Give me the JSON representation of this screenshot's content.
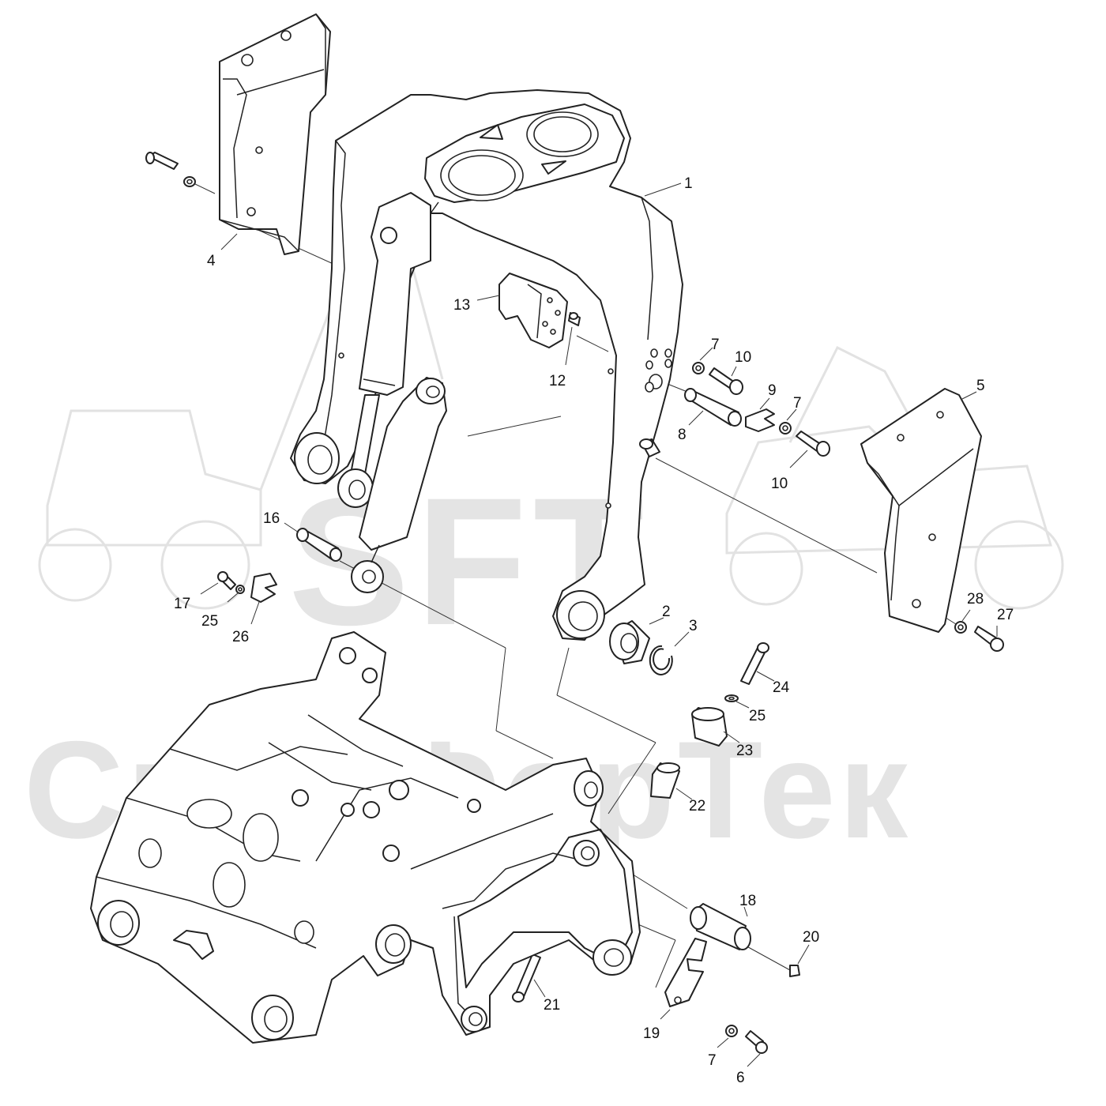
{
  "watermark": {
    "logo_text": "SFT",
    "brand_text": "СпецФорТек"
  },
  "callouts": [
    {
      "id": "c1",
      "label": "1"
    },
    {
      "id": "c2",
      "label": "2"
    },
    {
      "id": "c3",
      "label": "3"
    },
    {
      "id": "c4",
      "label": "4"
    },
    {
      "id": "c5",
      "label": "5"
    },
    {
      "id": "c6",
      "label": "6"
    },
    {
      "id": "c7a",
      "label": "7"
    },
    {
      "id": "c7b",
      "label": "7"
    },
    {
      "id": "c7c",
      "label": "7"
    },
    {
      "id": "c8",
      "label": "8"
    },
    {
      "id": "c9",
      "label": "9"
    },
    {
      "id": "c10a",
      "label": "10"
    },
    {
      "id": "c10b",
      "label": "10"
    },
    {
      "id": "c12",
      "label": "12"
    },
    {
      "id": "c13",
      "label": "13"
    },
    {
      "id": "c16",
      "label": "16"
    },
    {
      "id": "c17",
      "label": "17"
    },
    {
      "id": "c18",
      "label": "18"
    },
    {
      "id": "c19",
      "label": "19"
    },
    {
      "id": "c20",
      "label": "20"
    },
    {
      "id": "c21",
      "label": "21"
    },
    {
      "id": "c22",
      "label": "22"
    },
    {
      "id": "c23",
      "label": "23"
    },
    {
      "id": "c24",
      "label": "24"
    },
    {
      "id": "c25a",
      "label": "25"
    },
    {
      "id": "c25b",
      "label": "25"
    },
    {
      "id": "c26",
      "label": "26"
    },
    {
      "id": "c27",
      "label": "27"
    },
    {
      "id": "c28",
      "label": "28"
    }
  ]
}
